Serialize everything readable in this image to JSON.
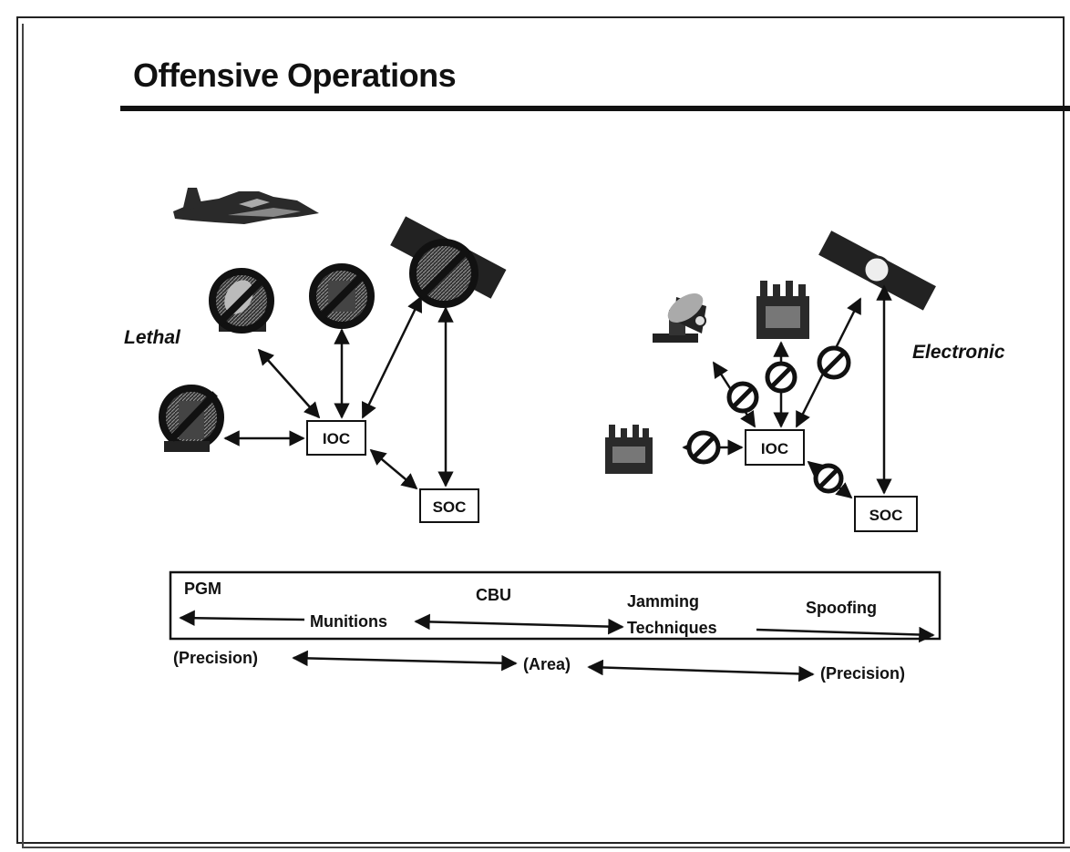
{
  "page": {
    "title": "Offensive Operations"
  },
  "lethal": {
    "label": "Lethal",
    "ioc_label": "IOC",
    "soc_label": "SOC"
  },
  "electronic": {
    "label": "Electronic",
    "ioc_label": "IOC",
    "soc_label": "SOC"
  },
  "spectrum": {
    "pgm": "PGM",
    "munitions": "Munitions",
    "cbu": "CBU",
    "jamming": "Jamming",
    "techniques": "Techniques",
    "spoofing": "Spoofing",
    "precision_left": "(Precision)",
    "area": "(Area)",
    "precision_right": "(Precision)"
  },
  "icons": {
    "aircraft": "fighter-jet-icon",
    "satellite": "satellite-icon",
    "radar": "radar-dish-icon",
    "facility": "facility-icon",
    "no_symbol": "prohibited-icon"
  }
}
